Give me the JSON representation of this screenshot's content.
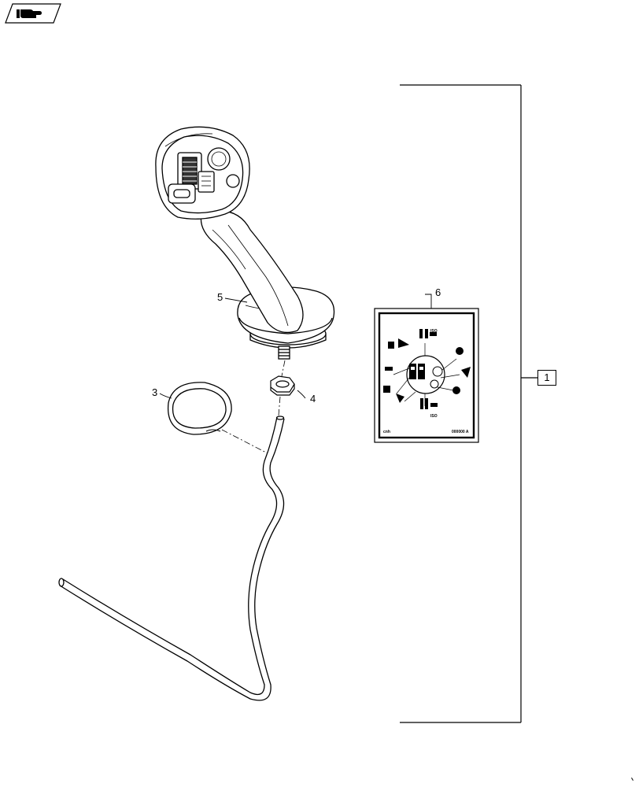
{
  "callouts": {
    "item_1": "1",
    "item_3": "3",
    "item_4": "4",
    "item_5": "5",
    "item_6": "6"
  },
  "decal": {
    "brand_text": "cnh",
    "part_number": "000000 A",
    "iso_label": "ISO"
  },
  "icons": {
    "nav_icon": "hand-pointing-icon"
  }
}
